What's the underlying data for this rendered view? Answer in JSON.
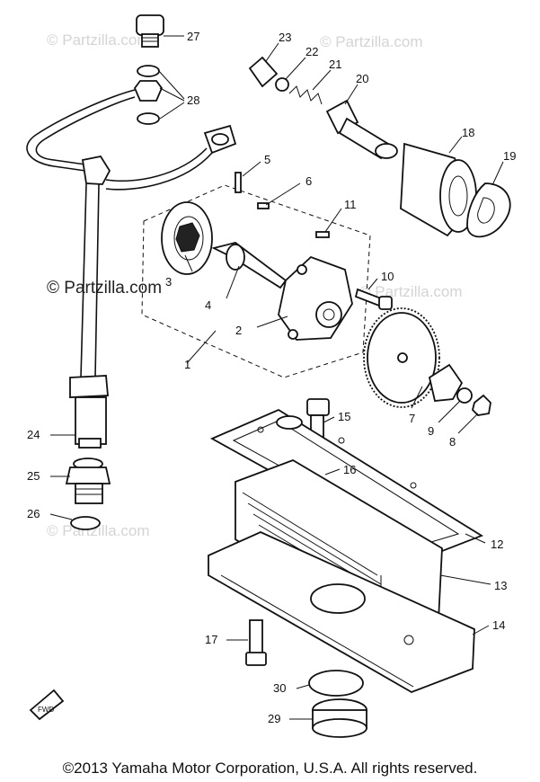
{
  "watermarks": {
    "top_left": "© Partzilla.com",
    "top_right": "© Partzilla.com",
    "mid_left": "© Partzilla.com",
    "mid_right": "© Partzilla.com",
    "lower_left": "© Partzilla.com"
  },
  "copyright": "©2013 Yamaha Motor Corporation, U.S.A. All rights reserved.",
  "parts": [
    "1",
    "2",
    "3",
    "4",
    "5",
    "6",
    "7",
    "8",
    "9",
    "10",
    "11",
    "12",
    "13",
    "14",
    "15",
    "16",
    "17",
    "18",
    "19",
    "20",
    "21",
    "22",
    "23",
    "24",
    "25",
    "26",
    "27",
    "28",
    "29",
    "30"
  ],
  "labels": {
    "p1": "1",
    "p2": "2",
    "p3": "3",
    "p4": "4",
    "p5": "5",
    "p6": "6",
    "p7": "7",
    "p8": "8",
    "p9": "9",
    "p10": "10",
    "p11": "11",
    "p12": "12",
    "p13": "13",
    "p14": "14",
    "p15": "15",
    "p16": "16",
    "p17": "17",
    "p18": "18",
    "p19": "19",
    "p20": "20",
    "p21": "21",
    "p22": "22",
    "p23": "23",
    "p24": "24",
    "p25": "25",
    "p26": "26",
    "p27": "27",
    "p28": "28",
    "p29": "29",
    "p30": "30"
  },
  "fwd_badge": "FWD",
  "colors": {
    "line": "#111111",
    "watermark": "#d4d4d4",
    "background": "#ffffff"
  }
}
